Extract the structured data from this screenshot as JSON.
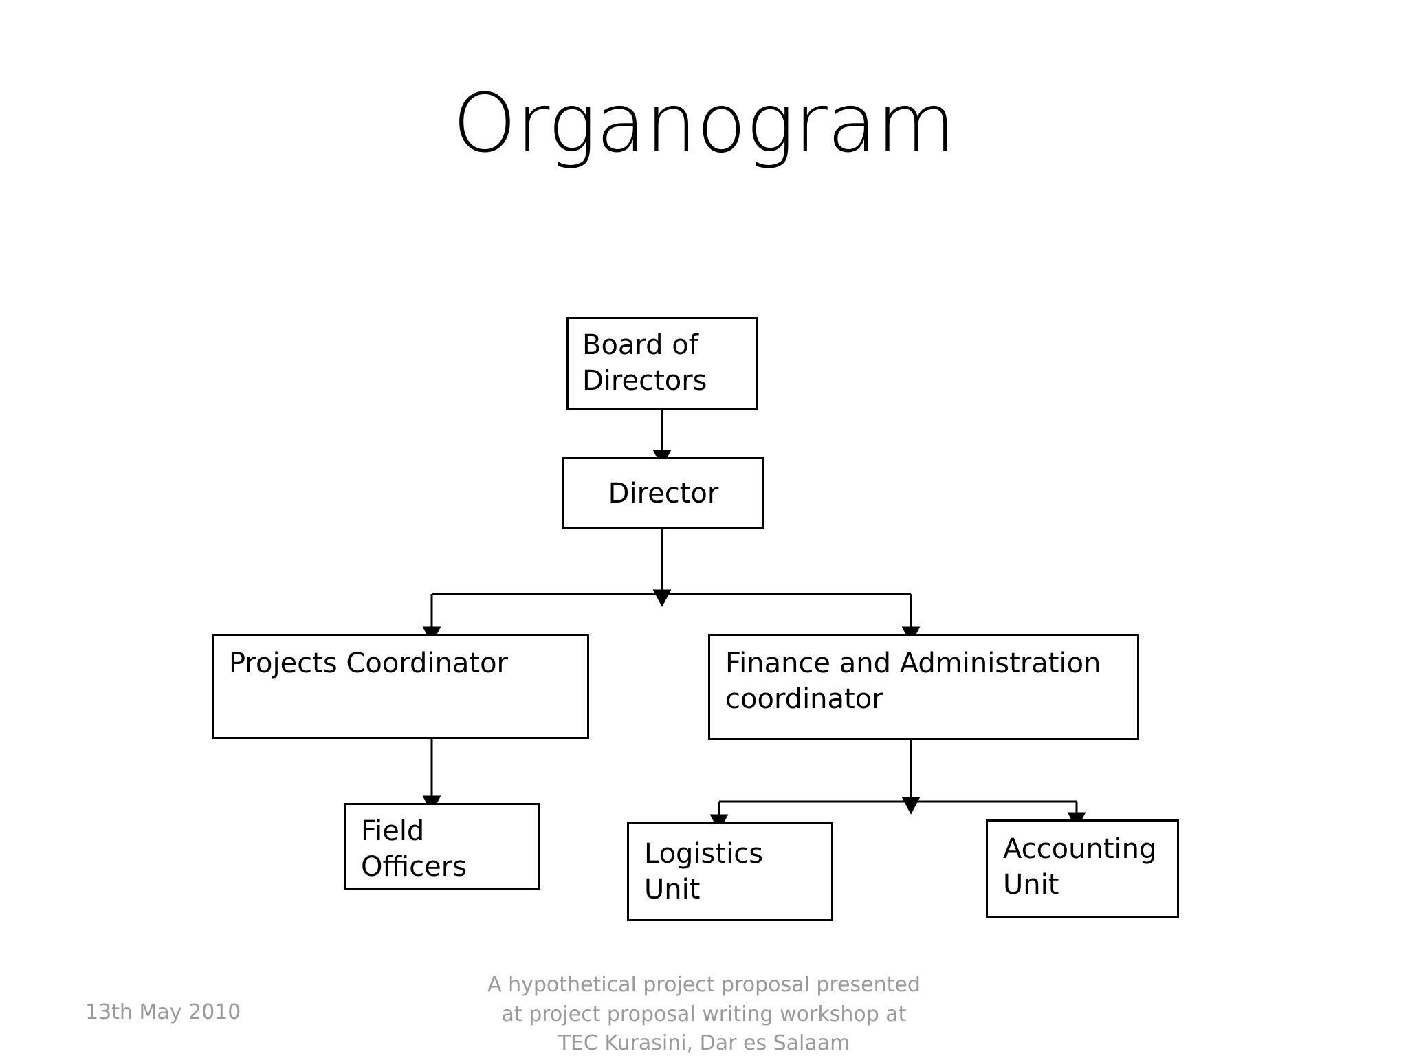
{
  "slide": {
    "title": "Organogram",
    "background_color": "#ffffff",
    "text_color": "#000000",
    "footer_color": "#9a9a9a"
  },
  "chart_data": {
    "type": "diagram",
    "diagram_kind": "organization-chart",
    "title": "Organogram",
    "nodes": [
      {
        "id": "board",
        "label": "Board of\nDirectors",
        "level": 0
      },
      {
        "id": "director",
        "label": "Director",
        "level": 1
      },
      {
        "id": "projects",
        "label": "Projects Coordinator",
        "level": 2
      },
      {
        "id": "finance",
        "label": "Finance and Administration\ncoordinator",
        "level": 2
      },
      {
        "id": "field",
        "label": "Field\nOfficers",
        "level": 3
      },
      {
        "id": "logistics",
        "label": "Logistics\nUnit",
        "level": 3
      },
      {
        "id": "accounting",
        "label": "Accounting\nUnit",
        "level": 3
      }
    ],
    "edges": [
      {
        "from": "board",
        "to": "director",
        "style": "arrow"
      },
      {
        "from": "director",
        "to": "projects",
        "style": "elbow-arrow"
      },
      {
        "from": "director",
        "to": "finance",
        "style": "elbow-arrow"
      },
      {
        "from": "projects",
        "to": "field",
        "style": "arrow"
      },
      {
        "from": "finance",
        "to": "logistics",
        "style": "elbow-arrow"
      },
      {
        "from": "finance",
        "to": "accounting",
        "style": "elbow-arrow"
      }
    ]
  },
  "nodes": {
    "board": {
      "label": "Board of\nDirectors"
    },
    "director": {
      "label": "Director"
    },
    "projects": {
      "label": "Projects Coordinator"
    },
    "finance": {
      "label": "Finance and Administration\ncoordinator"
    },
    "field": {
      "label": "Field\nOfficers"
    },
    "logistics": {
      "label": "Logistics\nUnit"
    },
    "accounting": {
      "label": "Accounting\nUnit"
    }
  },
  "footer": {
    "date": "13th May 2010",
    "note_line1": "A hypothetical project proposal presented",
    "note_line2": "at project proposal writing workshop at",
    "note_line3": "TEC Kurasini, Dar es Salaam"
  }
}
